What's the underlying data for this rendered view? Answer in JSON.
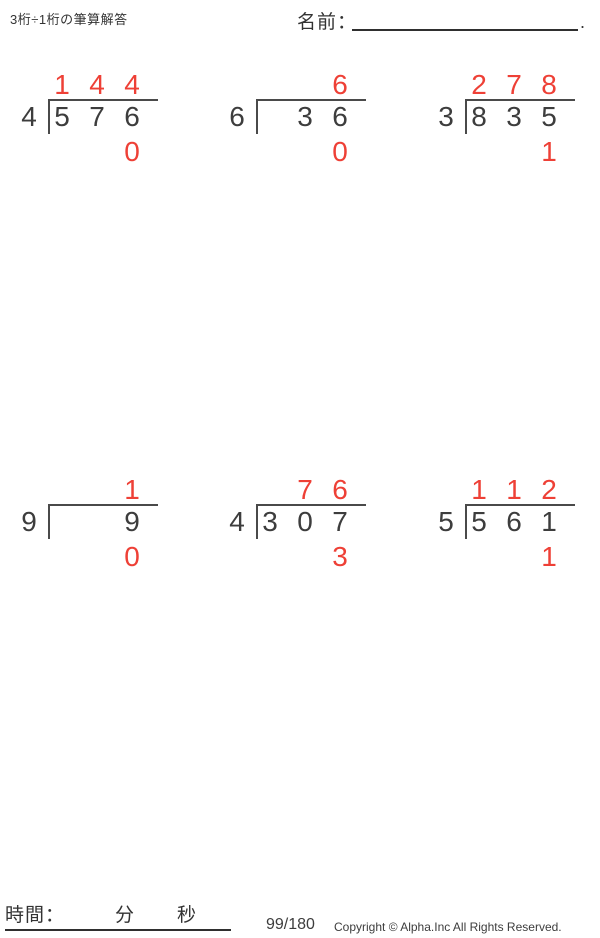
{
  "colors": {
    "text": "#3d3d3d",
    "accent_red": "#ee4036",
    "line": "#4a4a4a",
    "header_text": "#333333"
  },
  "header": {
    "worksheet_title": "3桁÷1桁の筆算解答",
    "name_label": "名前：",
    "name_suffix": "."
  },
  "problems": [
    {
      "divisor": "4",
      "quotient": [
        "1",
        "4",
        "4"
      ],
      "dividend": [
        "5",
        "7",
        "6"
      ],
      "remainder": "0"
    },
    {
      "divisor": "6",
      "quotient": [
        "",
        "",
        "6"
      ],
      "dividend": [
        "",
        "3",
        "6"
      ],
      "remainder": "0"
    },
    {
      "divisor": "3",
      "quotient": [
        "2",
        "7",
        "8"
      ],
      "dividend": [
        "8",
        "3",
        "5"
      ],
      "remainder": "1"
    },
    {
      "divisor": "9",
      "quotient": [
        "",
        "",
        "1"
      ],
      "dividend": [
        "",
        "",
        "9"
      ],
      "remainder": "0"
    },
    {
      "divisor": "4",
      "quotient": [
        "",
        "7",
        "6"
      ],
      "dividend": [
        "3",
        "0",
        "7"
      ],
      "remainder": "3"
    },
    {
      "divisor": "5",
      "quotient": [
        "1",
        "1",
        "2"
      ],
      "dividend": [
        "5",
        "6",
        "1"
      ],
      "remainder": "1"
    }
  ],
  "footer": {
    "time_label": "時間：",
    "minutes_label": "分",
    "seconds_label": "秒",
    "page_number": "99/180",
    "copyright": "Copyright © Alpha.Inc All Rights Reserved."
  }
}
